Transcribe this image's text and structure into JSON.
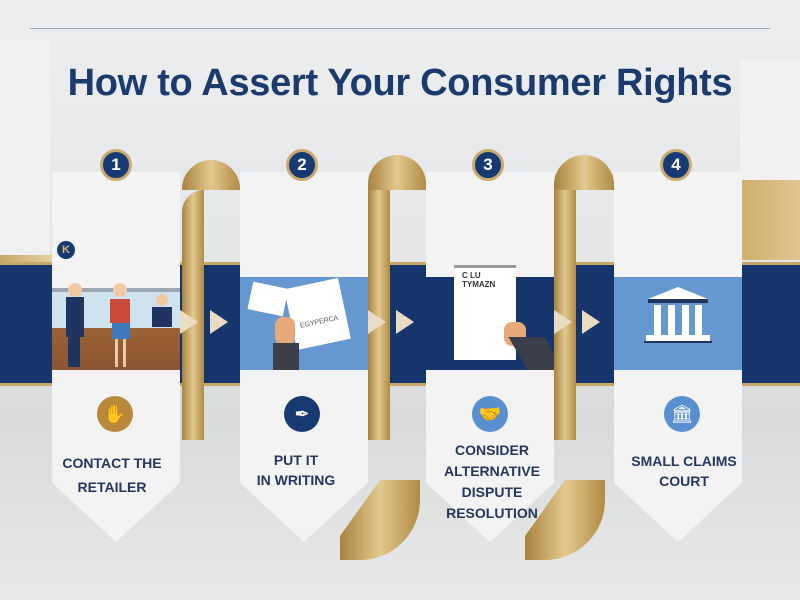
{
  "title": "How to Assert Your Consumer Rights",
  "steps": [
    {
      "number": "1",
      "label_lines": [
        "CONTACT THE",
        "RETAILER"
      ],
      "icon": "handshake-icon",
      "icon_color": "#b8893a",
      "illustration": "people-at-counter"
    },
    {
      "number": "2",
      "label_lines": [
        "PUT IT",
        "IN WRITING"
      ],
      "icon": "pen-icon",
      "icon_color": "#173a73",
      "illustration": "hand-holding-letter",
      "doc_text": "EGYPERCA"
    },
    {
      "number": "3",
      "label_lines": [
        "CONSIDER",
        "ALTERNATIVE",
        "DISPUTE",
        "RESOLUTION"
      ],
      "icon": "handshake-icon",
      "icon_color": "#5a8fcf",
      "illustration": "hand-holding-document",
      "doc_text": "C LU TYMAZN"
    },
    {
      "number": "4",
      "label_lines": [
        "SMALL CLAIMS",
        "COURT"
      ],
      "icon": "courthouse-icon",
      "icon_color": "#5a8fcf",
      "illustration": "courthouse"
    }
  ],
  "colors": {
    "navy": "#16356c",
    "gold": "#c7a768",
    "light_blue": "#6597d0"
  }
}
